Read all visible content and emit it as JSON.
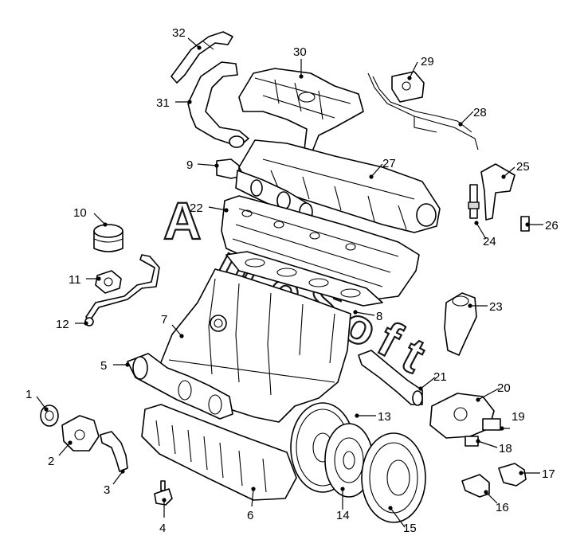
{
  "watermark": {
    "line1": "Auto",
    "line2": "Soft"
  },
  "callouts": [
    {
      "id": "1",
      "label": "1"
    },
    {
      "id": "2",
      "label": "2"
    },
    {
      "id": "3",
      "label": "3"
    },
    {
      "id": "4",
      "label": "4"
    },
    {
      "id": "5",
      "label": "5"
    },
    {
      "id": "6",
      "label": "6"
    },
    {
      "id": "7",
      "label": "7"
    },
    {
      "id": "8",
      "label": "8"
    },
    {
      "id": "9",
      "label": "9"
    },
    {
      "id": "10",
      "label": "10"
    },
    {
      "id": "11",
      "label": "11"
    },
    {
      "id": "12",
      "label": "12"
    },
    {
      "id": "13",
      "label": "13"
    },
    {
      "id": "14",
      "label": "14"
    },
    {
      "id": "15",
      "label": "15"
    },
    {
      "id": "16",
      "label": "16"
    },
    {
      "id": "17",
      "label": "17"
    },
    {
      "id": "18",
      "label": "18"
    },
    {
      "id": "19",
      "label": "19"
    },
    {
      "id": "20",
      "label": "20"
    },
    {
      "id": "21",
      "label": "21"
    },
    {
      "id": "22",
      "label": "22"
    },
    {
      "id": "23",
      "label": "23"
    },
    {
      "id": "24",
      "label": "24"
    },
    {
      "id": "25",
      "label": "25"
    },
    {
      "id": "26",
      "label": "26"
    },
    {
      "id": "27",
      "label": "27"
    },
    {
      "id": "28",
      "label": "28"
    },
    {
      "id": "29",
      "label": "29"
    },
    {
      "id": "30",
      "label": "30"
    },
    {
      "id": "31",
      "label": "31"
    },
    {
      "id": "32",
      "label": "32"
    }
  ]
}
